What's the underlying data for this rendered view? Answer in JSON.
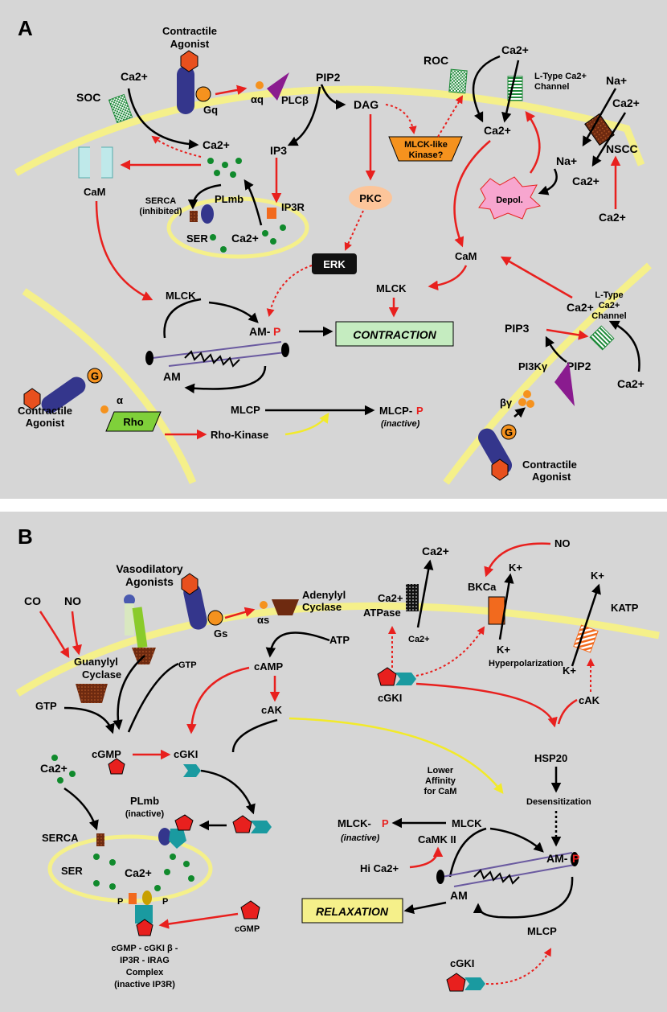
{
  "panels": {
    "a": {
      "letter": "A",
      "contractile_agonist": "Contractile",
      "contractile_agonist2": "Agonist",
      "soc": "SOC",
      "ca_soc": "Ca2+",
      "gq": "Gq",
      "alpha_q": "αq",
      "plcb": "PLCβ",
      "pip2": "PIP2",
      "dag": "DAG",
      "roc": "ROC",
      "ca_top": "Ca2+",
      "ltype1": "L-Type Ca2+",
      "ltype1b": "Channel",
      "na_plus": "Na+",
      "ca_ns": "Ca2+",
      "ca_cyto": "Ca2+",
      "ip3": "IP3",
      "mlck_like": "MLCK-like",
      "mlck_like2": "Kinase?",
      "ca_right": "Ca2+",
      "nscc": "NSCC",
      "na_in": "Na+",
      "ca_in": "Ca2+",
      "cam_left": "CaM",
      "serca_inh": "SERCA",
      "serca_inh2": "(inhibited)",
      "plmb": "PLmb",
      "ip3r": "IP3R",
      "ser": "SER",
      "ca_ser": "Ca2+",
      "pkc": "PKC",
      "depol": "Depol.",
      "ca_bottom_r": "Ca2+",
      "erk": "ERK",
      "cam_right": "CaM",
      "mlck_left": "MLCK",
      "mlck_mid": "MLCK",
      "am_p": "AM-",
      "p": "P",
      "contraction": "CONTRACTION",
      "ca_lt2": "Ca2+",
      "ltype2": "L-Type",
      "ltype2b": "Ca2+",
      "ltype2c": "Channel",
      "am": "AM",
      "pip3": "PIP3",
      "pi3k": "PI3Kγ",
      "pip2_r": "PIP2",
      "g_left": "G",
      "alpha": "α",
      "mlcp": "MLCP",
      "mlcp_p": "MLCP-",
      "inactive": "(inactive)",
      "rho": "Rho",
      "rho_kinase": "Rho-Kinase",
      "ca_lt2_in": "Ca2+",
      "by": "βγ",
      "g_right": "G",
      "ca_agonist_l1": "Contractile",
      "ca_agonist_l2": "Agonist",
      "ca_agonist_r1": "Contractile",
      "ca_agonist_r2": "Agonist"
    },
    "b": {
      "letter": "B",
      "vaso1": "Vasodilatory",
      "vaso2": "Agonists",
      "co": "CO",
      "no": "NO",
      "ca_out": "Ca2+",
      "no_r": "NO",
      "adenylyl": "Adenylyl",
      "cyclase": "Cyclase",
      "alpha_s": "αs",
      "gs": "Gs",
      "atp": "ATP",
      "ca_atpase1": "Ca2+",
      "ca_atpase2": "ATPase",
      "ca_in": "Ca2+",
      "bkca": "BKCa",
      "k_out1": "K+",
      "k_in1": "K+",
      "hyper": "Hyperpolarization",
      "k_out2": "K+",
      "katp": "KATP",
      "k_in2": "K+",
      "guanylyl": "Guanylyl",
      "gcyclase": "Cyclase",
      "gtp_r": "GTP",
      "camp": "cAMP",
      "cgki_top": "cGKI",
      "cak_r": "cAK",
      "gtp_l": "GTP",
      "cak": "cAK",
      "hsp20": "HSP20",
      "cgmp": "cGMP",
      "cgki": "cGKI",
      "lower1": "Lower",
      "lower2": "Affinity",
      "lower3": "for CaM",
      "desens": "Desensitization",
      "ca_cyto": "Ca2+",
      "plmb": "PLmb",
      "plmb_inactive": "(inactive)",
      "mlck_p": "MLCK-",
      "mlck_p_inactive": "(inactive)",
      "mlck": "MLCK",
      "camk": "CaMK II",
      "serca": "SERCA",
      "ser": "SER",
      "ca_ser": "Ca2+",
      "hi_ca": "Hi Ca2+",
      "am_p": "AM-",
      "p": "P",
      "am": "AM",
      "relaxation": "RELAXATION",
      "cgmp2": "cGMP",
      "mlcp": "MLCP",
      "complex1": "cGMP - cGKI β -",
      "complex2": "IP3R - IRAG",
      "complex3": "Complex",
      "complex4": "(inactive IP3R)",
      "cgki_bottom": "cGKI"
    }
  },
  "colors": {
    "background": "#d6d6d6",
    "membrane": "#f5f08a",
    "red_arrow": "#e8201e",
    "yellow_arrow": "#f2ea2a",
    "purple": "#8a1b8f",
    "navy": "#34368c",
    "orange": "#f5921e",
    "green_dot": "#108a2c"
  }
}
